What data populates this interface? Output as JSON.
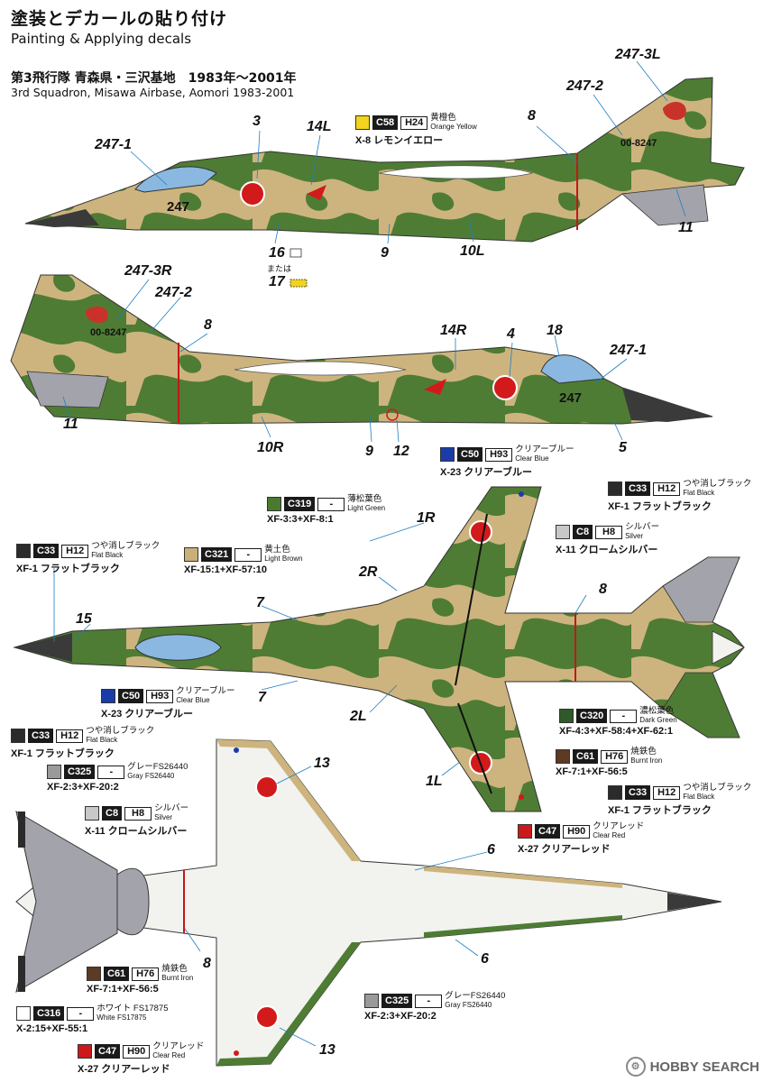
{
  "header": {
    "title_jp": "塗装とデカールの貼り付け",
    "title_en": "Painting & Applying decals",
    "squadron_jp": "第3飛行隊 青森県・三沢基地　1983年〜2001年",
    "squadron_en": "3rd Squadron, Misawa Airbase, Aomori  1983-2001"
  },
  "aircraft": {
    "serial": "00-8247",
    "nose_number": "247"
  },
  "callouts": {
    "c1": "247-3L",
    "c2": "247-2",
    "c3": "8",
    "c4": "3",
    "c5": "14L",
    "c6": "247-1",
    "c7": "11",
    "c8": "16",
    "c9": "9",
    "c10": "10L",
    "c11": "17",
    "c12": "247-3R",
    "c13": "247-2",
    "c14": "8",
    "c15": "14R",
    "c16": "4",
    "c17": "18",
    "c18": "247-1",
    "c19": "11",
    "c20": "10R",
    "c21": "9",
    "c22": "12",
    "c23": "5",
    "c24": "1R",
    "c25": "2R",
    "c26": "7",
    "c27": "15",
    "c28": "8",
    "c29": "7",
    "c30": "2L",
    "c31": "1L",
    "c32": "13",
    "c33": "6",
    "c34": "8",
    "c35": "6",
    "c36": "13"
  },
  "or_label": "または",
  "paints": [
    {
      "id": "p1",
      "color": "#f3d31c",
      "c": "C58",
      "h": "H24",
      "jp": "黄橙色",
      "en": "Orange Yellow",
      "mix": "X-8 レモンイエロー"
    },
    {
      "id": "p2",
      "color": "#1a3caa",
      "c": "C50",
      "h": "H93",
      "jp": "クリアーブルー",
      "en": "Clear Blue",
      "mix": "X-23 クリアーブルー"
    },
    {
      "id": "p3",
      "color": "#4a7a2e",
      "c": "C319",
      "h": "-",
      "jp": "薄松葉色",
      "en": "Light Green",
      "mix": "XF-3:3+XF-8:1"
    },
    {
      "id": "p4",
      "color": "#c9b07a",
      "c": "C321",
      "h": "-",
      "jp": "黄土色",
      "en": "Light Brown",
      "mix": "XF-15:1+XF-57:10"
    },
    {
      "id": "p5",
      "color": "#2b2b2b",
      "c": "C33",
      "h": "H12",
      "jp": "つや消しブラック",
      "en": "Flat Black",
      "mix": "XF-1 フラットブラック"
    },
    {
      "id": "p6",
      "color": "#2b2b2b",
      "c": "C33",
      "h": "H12",
      "jp": "つや消しブラック",
      "en": "Flat Black",
      "mix": "XF-1 フラットブラック"
    },
    {
      "id": "p7",
      "color": "#c8c8c8",
      "c": "C8",
      "h": "H8",
      "jp": "シルバー",
      "en": "Silver",
      "mix": "X-11 クロームシルバー"
    },
    {
      "id": "p8",
      "color": "#1a3caa",
      "c": "C50",
      "h": "H93",
      "jp": "クリアーブルー",
      "en": "Clear Blue",
      "mix": "X-23 クリアーブルー"
    },
    {
      "id": "p9",
      "color": "#2f5a2a",
      "c": "C320",
      "h": "-",
      "jp": "濃松葉色",
      "en": "Dark Green",
      "mix": "XF-4:3+XF-58:4+XF-62:1"
    },
    {
      "id": "p10",
      "color": "#5c3a24",
      "c": "C61",
      "h": "H76",
      "jp": "焼鉄色",
      "en": "Burnt Iron",
      "mix": "XF-7:1+XF-56:5"
    },
    {
      "id": "p11",
      "color": "#2b2b2b",
      "c": "C33",
      "h": "H12",
      "jp": "つや消しブラック",
      "en": "Flat Black",
      "mix": "XF-1 フラットブラック"
    },
    {
      "id": "p12",
      "color": "#2b2b2b",
      "c": "C33",
      "h": "H12",
      "jp": "つや消しブラック",
      "en": "Flat Black",
      "mix": "XF-1 フラットブラック"
    },
    {
      "id": "p13",
      "color": "#9a9a9a",
      "c": "C325",
      "h": "-",
      "jp": "グレーFS26440",
      "en": "Gray FS26440",
      "mix": "XF-2:3+XF-20:2"
    },
    {
      "id": "p14",
      "color": "#c8c8c8",
      "c": "C8",
      "h": "H8",
      "jp": "シルバー",
      "en": "Silver",
      "mix": "X-11 クロームシルバー"
    },
    {
      "id": "p15",
      "color": "#cc1a1a",
      "c": "C47",
      "h": "H90",
      "jp": "クリアレッド",
      "en": "Clear Red",
      "mix": "X-27 クリアーレッド"
    },
    {
      "id": "p16",
      "color": "#5c3a24",
      "c": "C61",
      "h": "H76",
      "jp": "焼鉄色",
      "en": "Burnt Iron",
      "mix": "XF-7:1+XF-56:5"
    },
    {
      "id": "p17",
      "color": "#ffffff",
      "c": "C316",
      "h": "-",
      "jp": "ホワイト FS17875",
      "en": "White FS17875",
      "mix": "X-2:15+XF-55:1"
    },
    {
      "id": "p18",
      "color": "#9a9a9a",
      "c": "C325",
      "h": "-",
      "jp": "グレーFS26440",
      "en": "Gray FS26440",
      "mix": "XF-2:3+XF-20:2"
    },
    {
      "id": "p19",
      "color": "#cc1a1a",
      "c": "C47",
      "h": "H90",
      "jp": "クリアレッド",
      "en": "Clear Red",
      "mix": "X-27 クリアーレッド"
    }
  ],
  "colors": {
    "green": "#4f7c34",
    "tan": "#cdb47e",
    "dark_green": "#2f5a2a",
    "underside": "#f2f2ef",
    "gray": "#a3a3ab",
    "hinomaru": "#d21a1a",
    "canopy": "#8ab8e0"
  },
  "watermark": "HOBBY SEARCH"
}
